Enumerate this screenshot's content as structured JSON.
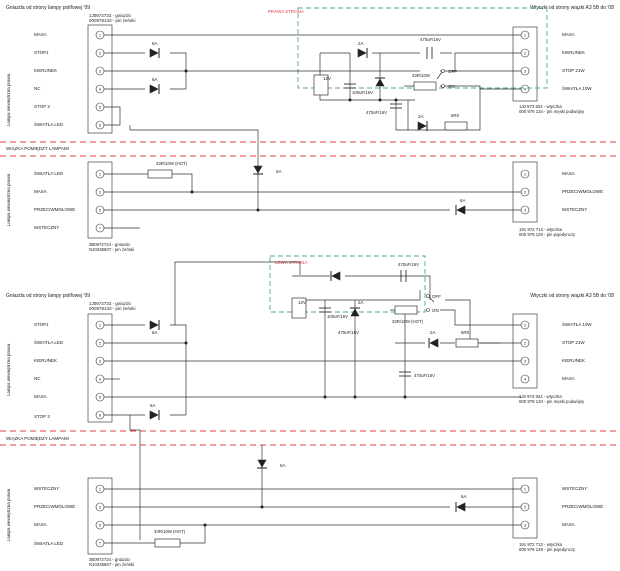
{
  "section_top": {
    "left_connector_title": "Gniazda od strony lampy polifowej '09",
    "left_connector_part": "1J0973733 - gniazdo",
    "left_connector_part2": "000979133 - pin żeński",
    "right_connector_title": "Wtyczki od strony wiązki A3 5B do '08",
    "side_label": "Lampa wewnętrzna prawa",
    "left_pins": [
      "MASA",
      "STOP1",
      "KIERUNEK",
      "NC",
      "STOP 2",
      "ŚWIATŁA LED"
    ],
    "right_pins": [
      "MASA",
      "KIERUNEK",
      "STOP 21W",
      "ŚWIATŁA 10W"
    ],
    "right_part": "1J0 973 824 - wtyczka",
    "right_part2": "000 979 134 - pin męski podwójny",
    "side_box_label": "PRAWA STRONA",
    "components": {
      "d1": "6A",
      "d2": "6A",
      "d3": "2A",
      "d4": "2A",
      "d5": "6A",
      "c1": "470uF/16V",
      "c2": "100uF/16V",
      "c3": "470uF/16V",
      "r1": "33R/10W",
      "r2": "6R8",
      "reg": "12V",
      "sw_off": "OFF",
      "sw_on": "ON"
    }
  },
  "harness_top": {
    "title": "WIĄZKA POMIĘDZY LAMPAMI",
    "left_pins": [
      "ŚWIATŁA LED",
      "MASA",
      "PRZECIWMGŁOWE",
      "WSTECZNY"
    ],
    "right_pins": [
      "MASA",
      "PRZECIWMGŁOWE",
      "WSTECZNY"
    ],
    "side_label": "Lampa wewnętrzna prawa",
    "left_part": "3B0972724 - gniazdo",
    "left_part2": "N10335807 - pin żeński",
    "right_part": "191 972 713 - wtyczka",
    "right_part2": "000 979 129 - pin pojedynczy",
    "r_label": "33R/10W (HOT)",
    "d_label": "6A",
    "d2_label": "6A"
  },
  "section_bottom": {
    "left_connector_title": "Gniazda od strony lampy polifowej '09",
    "left_connector_part": "1J0973733 - gniazdo",
    "left_connector_part2": "000979133 - pin żeński",
    "right_connector_title": "Wtyczki od strony wiązki A3 5B do '08",
    "side_label": "Lampa wewnętrzna prawa",
    "left_pins": [
      "STOP1",
      "ŚWIATŁA LED",
      "KIERUNEK",
      "NC",
      "MASA",
      "STOP 2"
    ],
    "right_pins": [
      "ŚWIATŁA 10W",
      "STOP 21W",
      "KIERUNEK",
      "MASA"
    ],
    "right_part": "1J0 973 824 - wtyczka",
    "right_part2": "000 979 134 - pin męski podwójny",
    "side_box_label": "LEWA STRONA",
    "components": {
      "d1": "6A",
      "d2": "6A",
      "d3": "2A",
      "d4": "2A",
      "c1": "470uF/16V",
      "c2": "100uF/16V",
      "c3": "470uF/16V",
      "c4": "470uF/16V",
      "r1": "33R/10W (HOT)",
      "r2": "6R8",
      "reg": "12V",
      "sw_off": "OFF",
      "sw_on": "ON"
    }
  },
  "harness_bottom": {
    "title": "WIĄZKA POMIĘDZY LAMPAMI",
    "left_pins": [
      "WSTECZNY",
      "PRZECIWMGŁOWE",
      "MASA",
      "ŚWIATŁA LED"
    ],
    "right_pins": [
      "WSTECZNY",
      "PRZECIWMGŁOWE",
      "MASA"
    ],
    "side_label": "Lampa wewnętrzna prawa",
    "left_part": "3B0972724 - gniazdo",
    "left_part2": "N10335807 - pin żeński",
    "right_part": "191 972 713 - wtyczka",
    "right_part2": "000 979 129 - pin pojedynczy",
    "r_label": "33R/10W (HOT)",
    "d_label": "6A",
    "d2_label": "6A"
  }
}
